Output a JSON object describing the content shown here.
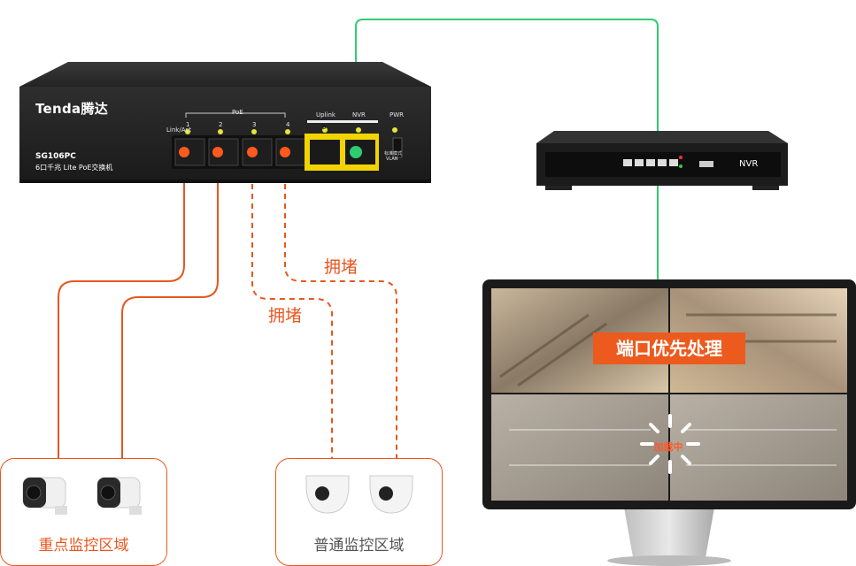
{
  "switch": {
    "brand": "Tenda腾达",
    "model": "SG106PC",
    "description": "6口千兆 Lite PoE交换机",
    "poe_group_label": "PoE",
    "link_act_label": "Link/Act",
    "port_numbers": [
      "1",
      "2",
      "3",
      "4",
      "5"
    ],
    "uplink_label": "Uplink",
    "nvr_port_label": "NVR",
    "pwr_label": "PWR",
    "mode_labels": [
      "标准模式",
      "VLAN"
    ]
  },
  "nvr": {
    "label": "NVR"
  },
  "congestion_labels": [
    "拥堵",
    "拥堵"
  ],
  "monitor": {
    "banner": "端口优先处理",
    "loading_text": "加载中"
  },
  "zones": {
    "key": "重点监控区域",
    "normal": "普通监控区域"
  },
  "colors": {
    "priority_link": "#e8561e",
    "nvr_link": "#2ecc71",
    "switch_body": "#2b2b2b",
    "uplink_ports": "#f2d400"
  }
}
